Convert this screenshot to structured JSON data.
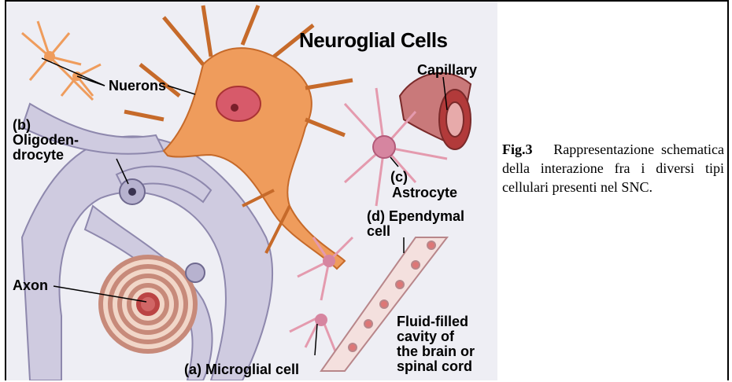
{
  "figure": {
    "title": "Neuroglial Cells",
    "labels": {
      "neurons": "Nuerons",
      "oligo_tag": "(b)",
      "oligo_line1": "Oligoden-",
      "oligo_line2": "drocyte",
      "axon": "Axon",
      "capillary": "Capillary",
      "astro_tag": "(c)",
      "astrocyte": "Astrocyte",
      "ependymal_line1": "(d) Ependymal",
      "ependymal_line2": "cell",
      "microglial": "(a) Microglial cell",
      "fluid_line1": "Fluid-filled",
      "fluid_line2": "cavity of",
      "fluid_line3": "the brain or",
      "fluid_line4": "spinal cord"
    }
  },
  "caption": {
    "label": "Fig.3",
    "text": "Rappresentazione schematica della interazione fra i diversi tipi cellulari presenti nel SNC."
  },
  "colors": {
    "neuron": "#f0a060",
    "glia": "#c9c6dc",
    "capillary": "#b84a4a",
    "astrocyte": "#e7a6b8",
    "background": "#eeeef4"
  }
}
